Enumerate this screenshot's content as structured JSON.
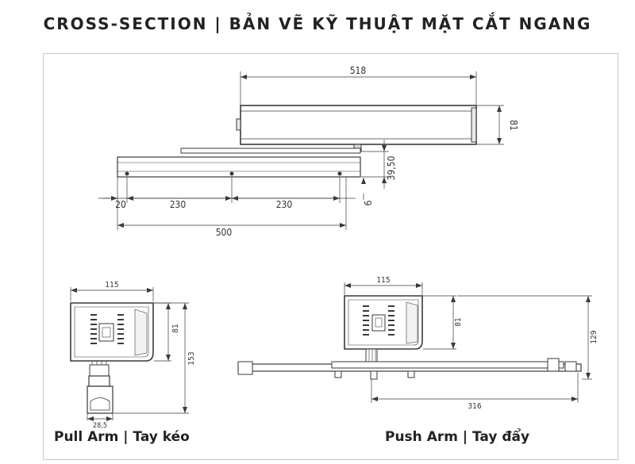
{
  "heading": "CROSS-SECTION | BẢN VẼ KỸ THUẬT MẶT CẮT NGANG",
  "top_view": {
    "dim_width": "518",
    "dim_height": "81",
    "dim_offset": "39,50",
    "dim_arm_left": "20",
    "dim_arm_mid1": "230",
    "dim_arm_mid2": "230",
    "dim_arm_edge": "6",
    "dim_arm_total": "500"
  },
  "pull_arm": {
    "caption": "Pull Arm | Tay kéo",
    "dim_width": "115",
    "dim_body_height": "81",
    "dim_total_height": "153",
    "dim_bracket": "28,5"
  },
  "push_arm": {
    "caption": "Push Arm | Tay đẩy",
    "dim_width": "115",
    "dim_body_height": "81",
    "dim_total_height": "129",
    "dim_arm_length": "316"
  },
  "colors": {
    "line": "#3a3a3a",
    "frame": "#c9c9c9",
    "text": "#222222"
  }
}
